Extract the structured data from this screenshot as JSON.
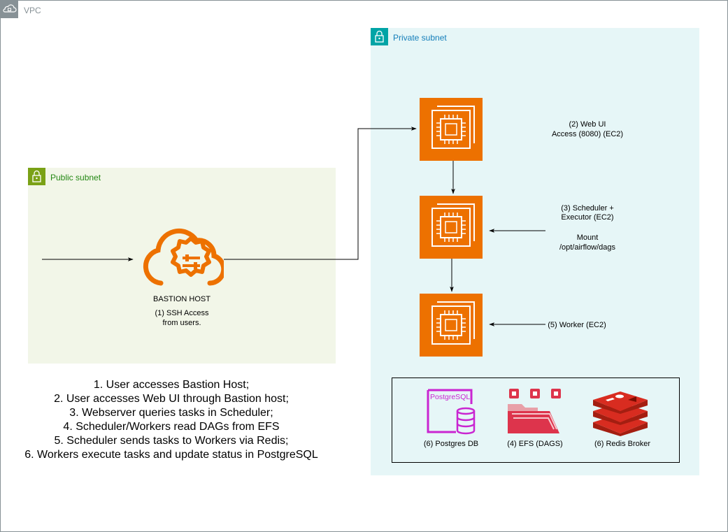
{
  "vpc": {
    "label": "VPC",
    "icon": "vpc-cloud-lock-icon"
  },
  "public_subnet": {
    "label": "Public subnet",
    "icon": "padlock-icon",
    "color": "#248814",
    "bg": "#f2f6e8"
  },
  "private_subnet": {
    "label": "Private subnet",
    "icon": "padlock-icon",
    "color": "#147eba",
    "bg": "#e6f6f7"
  },
  "bastion": {
    "title": "BASTION HOST",
    "desc_line1": "(1) SSH Access",
    "desc_line2": "from users.",
    "icon": "bastion-host-icon",
    "color": "#ed7100"
  },
  "ec2_nodes": [
    {
      "label_line1": "(2) Web UI",
      "label_line2": "Access (8080) (EC2)",
      "icon": "ec2-instance-icon"
    },
    {
      "label_line1": "(3) Scheduler +",
      "label_line2": "Executor (EC2)",
      "icon": "ec2-instance-icon"
    },
    {
      "label_line1": "(5) Worker (EC2)",
      "icon": "ec2-instance-icon"
    }
  ],
  "mount": {
    "line1": "Mount",
    "line2": "/opt/airflow/dags"
  },
  "storage": {
    "postgres": {
      "label": "(6) Postgres DB",
      "logo_text": "PostgreSQL",
      "icon": "postgresql-database-icon",
      "color": "#c925d1"
    },
    "efs": {
      "label": "(4) EFS (DAGS)",
      "icon": "efs-folder-icon",
      "color": "#dd344c"
    },
    "redis": {
      "label": "(6) Redis Broker",
      "icon": "redis-icon",
      "color": "#c6302b"
    }
  },
  "steps": [
    "1. User accesses Bastion Host;",
    "2. User accesses Web UI through Bastion host;",
    "3. Webserver queries tasks in Scheduler;",
    "4. Scheduler/Workers read DAGs from EFS",
    "5. Scheduler sends tasks to Workers via Redis;",
    "6. Workers execute tasks and update status in PostgreSQL"
  ]
}
